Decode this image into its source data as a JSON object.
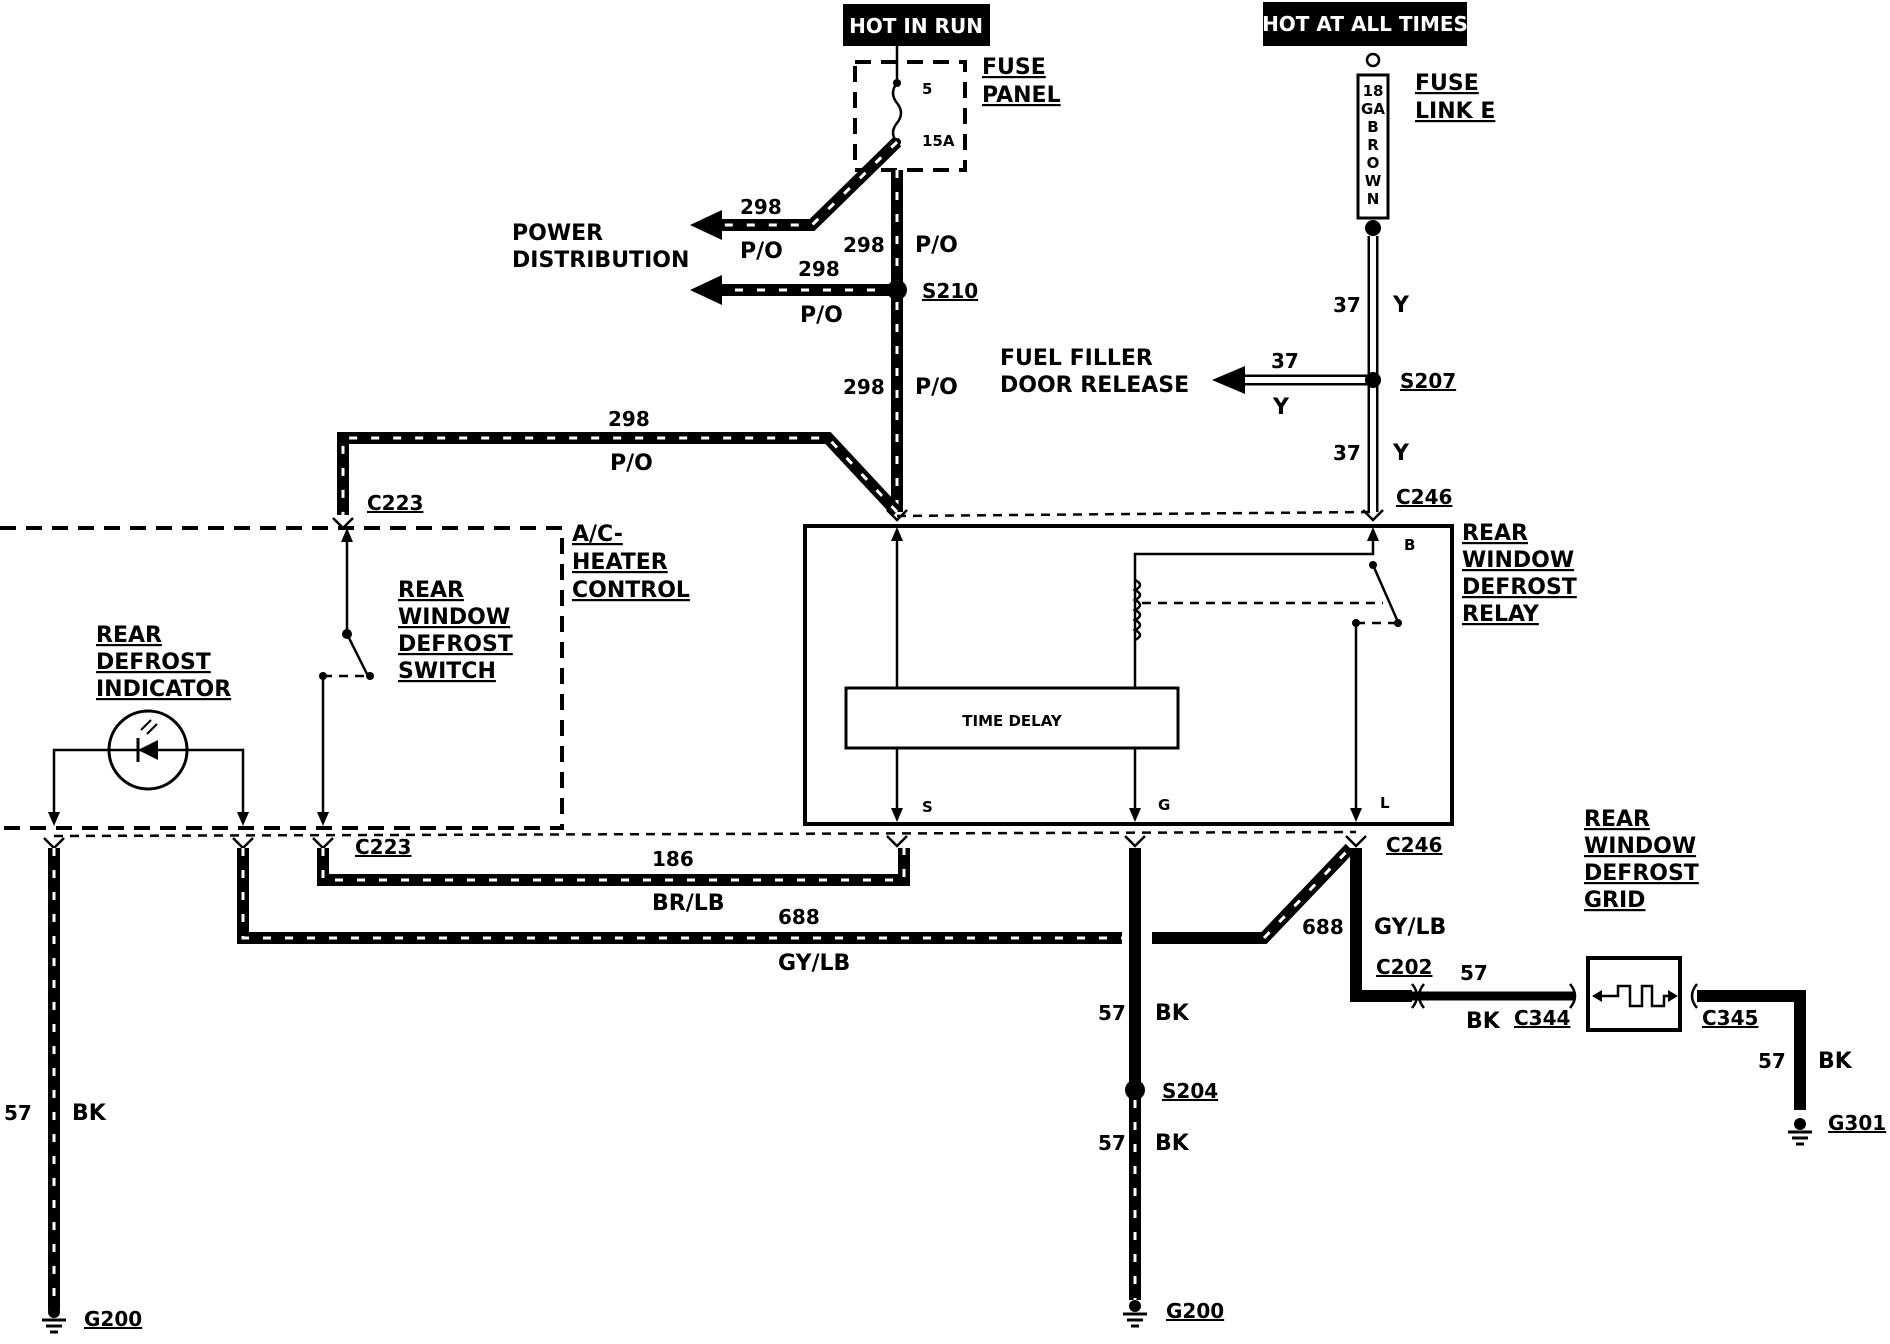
{
  "sources": {
    "hot_in_run": "HOT IN RUN",
    "hot_at_all_times": "HOT AT ALL TIMES"
  },
  "fuse_panel": {
    "label_line1": "FUSE",
    "label_line2": "PANEL",
    "fuse_num": "5",
    "fuse_rating": "15A"
  },
  "fuse_link": {
    "label_line1": "FUSE",
    "label_line2": "LINK E",
    "gauge": [
      "18",
      "GA",
      "B",
      "R",
      "O",
      "W",
      "N"
    ]
  },
  "power_distribution": {
    "line1": "POWER",
    "line2": "DISTRIBUTION"
  },
  "fuel_filler": {
    "line1": "FUEL FILLER",
    "line2": "DOOR RELEASE"
  },
  "ac_heater": {
    "line1": "A/C-",
    "line2": "HEATER",
    "line3": "CONTROL"
  },
  "switch": {
    "line1": "REAR",
    "line2": "WINDOW",
    "line3": "DEFROST",
    "line4": "SWITCH"
  },
  "indicator": {
    "line1": "REAR",
    "line2": "DEFROST",
    "line3": "INDICATOR"
  },
  "relay": {
    "line1": "REAR",
    "line2": "WINDOW",
    "line3": "DEFROST",
    "line4": "RELAY",
    "time_delay": "TIME DELAY",
    "pin_b": "B",
    "pin_s": "S",
    "pin_g": "G",
    "pin_l": "L"
  },
  "grid": {
    "line1": "REAR",
    "line2": "WINDOW",
    "line3": "DEFROST",
    "line4": "GRID"
  },
  "splices": {
    "s210": "S210",
    "s207": "S207",
    "s204": "S204"
  },
  "connectors": {
    "c223_top": "C223",
    "c223_bottom": "C223",
    "c246_top": "C246",
    "c246_bottom": "C246",
    "c202": "C202",
    "c344": "C344",
    "c345": "C345"
  },
  "grounds": {
    "g200_left": "G200",
    "g200_mid": "G200",
    "g301": "G301"
  },
  "wires": {
    "w298_a_num": "298",
    "w298_a_col": "P/O",
    "w298_b_num": "298",
    "w298_b_col": "P/O",
    "w298_c_num": "298",
    "w298_c_col": "P/O",
    "w298_d_num": "298",
    "w298_d_col": "P/O",
    "w298_e_num": "298",
    "w298_e_col": "P/O",
    "w37_a_num": "37",
    "w37_a_col": "Y",
    "w37_b_num": "37",
    "w37_b_col": "Y",
    "w37_c_num": "37",
    "w37_c_col": "Y",
    "w186_num": "186",
    "w186_col": "BR/LB",
    "w688_a_num": "688",
    "w688_a_col": "GY/LB",
    "w688_b_num": "688",
    "w688_b_col": "GY/LB",
    "w57_left_num": "57",
    "w57_left_col": "BK",
    "w57_mid1_num": "57",
    "w57_mid1_col": "BK",
    "w57_mid2_num": "57",
    "w57_mid2_col": "BK",
    "w57_grid_num": "57",
    "w57_grid_col": "BK",
    "w57_right_num": "57",
    "w57_right_col": "BK"
  }
}
